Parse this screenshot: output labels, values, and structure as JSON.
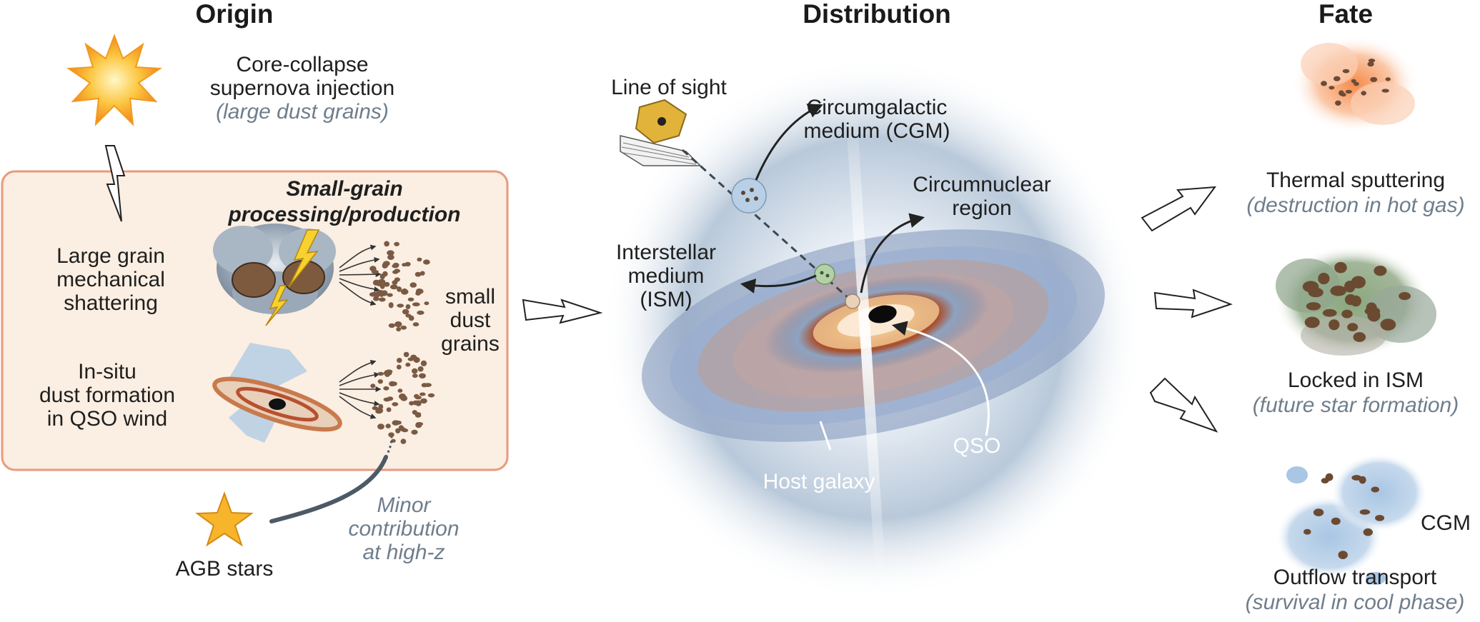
{
  "headers": {
    "origin": "Origin",
    "distribution": "Distribution",
    "fate": "Fate"
  },
  "origin": {
    "supernova": {
      "line1": "Core-collapse",
      "line2": "supernova injection",
      "sub": "(large dust grains)"
    },
    "box": {
      "title_line1": "Small-grain",
      "title_line2": "processing/production",
      "shattering": {
        "line1": "Large grain",
        "line2": "mechanical",
        "line3": "shattering"
      },
      "insitu": {
        "line1": "In-situ",
        "line2": "dust formation",
        "line3": "in QSO wind"
      },
      "small_grains": {
        "line1": "small",
        "line2": "dust",
        "line3": "grains"
      }
    },
    "agb": {
      "label": "AGB stars"
    },
    "minor": {
      "line1": "Minor",
      "line2": "contribution",
      "line3": "at high-z"
    }
  },
  "distribution": {
    "line_of_sight": "Line of sight",
    "cgm": {
      "line1": "Circumgalactic",
      "line2": "medium (CGM)"
    },
    "circumnuclear": {
      "line1": "Circumnuclear",
      "line2": "region"
    },
    "ism": {
      "line1": "Interstellar",
      "line2": "medium",
      "line3": "(ISM)"
    },
    "host_galaxy": "Host galaxy",
    "qso": "QSO"
  },
  "fate": {
    "sputtering": {
      "title": "Thermal sputtering",
      "sub": "(destruction in hot gas)"
    },
    "locked": {
      "title": "Locked in ISM",
      "sub": "(future star formation)"
    },
    "cgm_label": "CGM",
    "outflow": {
      "title": "Outflow transport",
      "sub": "(survival in cool phase)"
    }
  },
  "colors": {
    "box_fill": "#fbeee2",
    "box_border": "#e99a7c",
    "subtext": "#6f7e8c",
    "sun": "#f7b52c",
    "grain": "#7a5a44"
  }
}
